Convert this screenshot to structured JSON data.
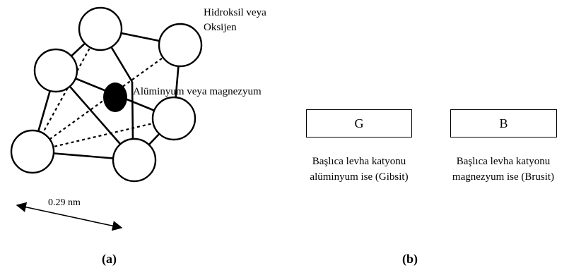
{
  "octahedron": {
    "anion_label_line1": "Hidroksil veya",
    "anion_label_line2": "Oksijen",
    "cation_label": "Alüminyum veya magnezyum",
    "distance_label": "0.29 nm"
  },
  "sheets": [
    {
      "symbol": "G",
      "caption_line1": "Başlıca levha katyonu",
      "caption_line2": "alüminyum ise (Gibsit)"
    },
    {
      "symbol": "B",
      "caption_line1": "Başlıca levha katyonu",
      "caption_line2": "magnezyum ise (Brusit)"
    }
  ],
  "panels": {
    "a": "(a)",
    "b": "(b)"
  },
  "colors": {
    "ink": "#000000",
    "background": "#ffffff"
  }
}
